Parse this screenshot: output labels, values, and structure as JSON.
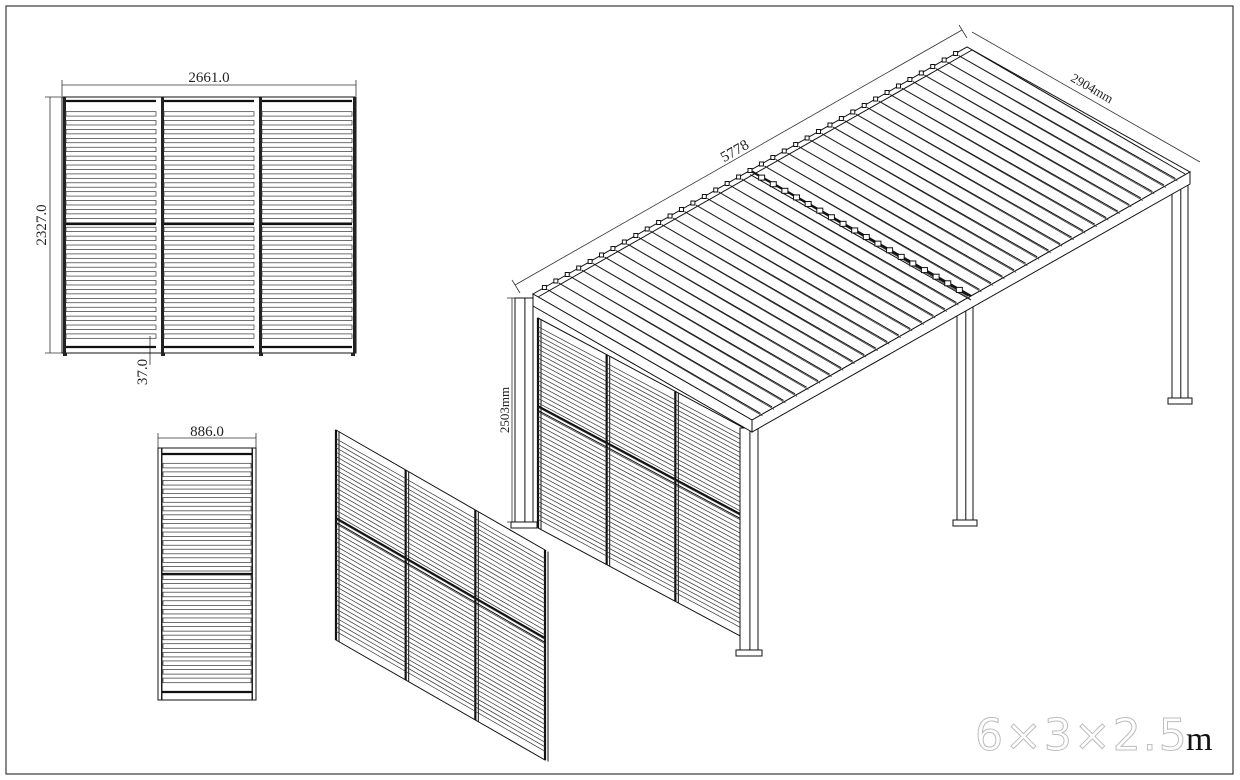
{
  "front_view": {
    "width_label": "2661.0",
    "height_label": "2327.0",
    "gap_label": "37.0",
    "panels": 3,
    "slats_per_panel": 26
  },
  "single_panel": {
    "width_label": "886.0",
    "slats": 26
  },
  "pergola": {
    "length_label": "5778",
    "width_label": "2904mm",
    "height_label": "2503mm",
    "roof_slats": 38
  },
  "size_label": {
    "dimensions": "6×3×2.5",
    "unit": "m"
  }
}
